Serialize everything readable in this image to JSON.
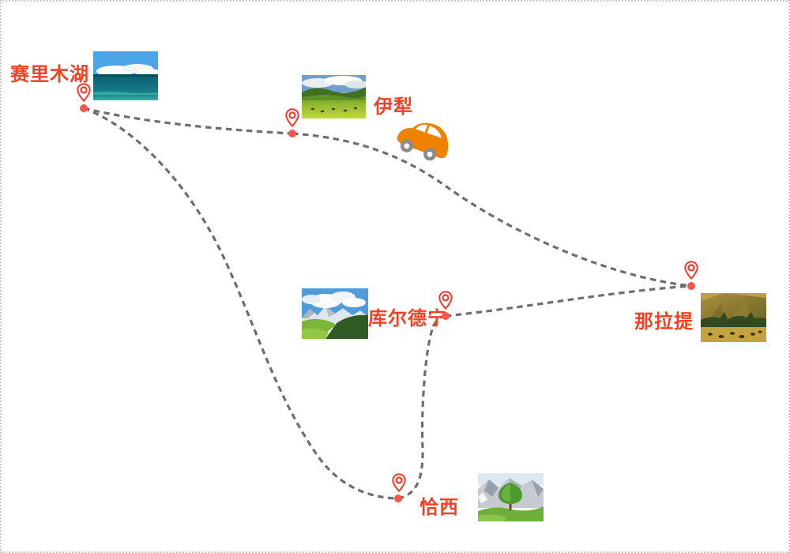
{
  "map": {
    "type": "travel-route-map",
    "background": "#ffffff",
    "border_color": "#c9c9c9"
  },
  "colors": {
    "label_red": "#f04326",
    "pin_red": "#f2392b",
    "dot_red": "#f4564a",
    "route_gray": "#6e6e6e",
    "car_orange": "#ef8200",
    "wheel_gray": "#8c8c8c"
  },
  "stops": [
    {
      "name": "sayram-lake",
      "label": "赛里木湖"
    },
    {
      "name": "yili",
      "label": "伊犁"
    },
    {
      "name": "kuerdening",
      "label": "库尔德宁"
    },
    {
      "name": "nalati",
      "label": "那拉提"
    },
    {
      "name": "qiaxi",
      "label": "恰西"
    }
  ],
  "routes": {
    "style": "dashed",
    "segments": [
      {
        "from": "赛里木湖",
        "to": "伊犁"
      },
      {
        "from": "伊犁",
        "to": "那拉提"
      },
      {
        "from": "赛里木湖",
        "to": "恰西"
      },
      {
        "from": "恰西",
        "to": "库尔德宁"
      },
      {
        "from": "库尔德宁",
        "to": "那拉提"
      }
    ]
  },
  "photos": [
    {
      "stop": "赛里木湖",
      "scene": "blue lake with clouds"
    },
    {
      "stop": "伊犁",
      "scene": "grassland with cattle and green hills"
    },
    {
      "stop": "库尔德宁",
      "scene": "snow mountains, clouds and green valley"
    },
    {
      "stop": "那拉提",
      "scene": "autumn hillside with grazing herd"
    },
    {
      "stop": "恰西",
      "scene": "snowy peaks with a single green tree"
    }
  ]
}
